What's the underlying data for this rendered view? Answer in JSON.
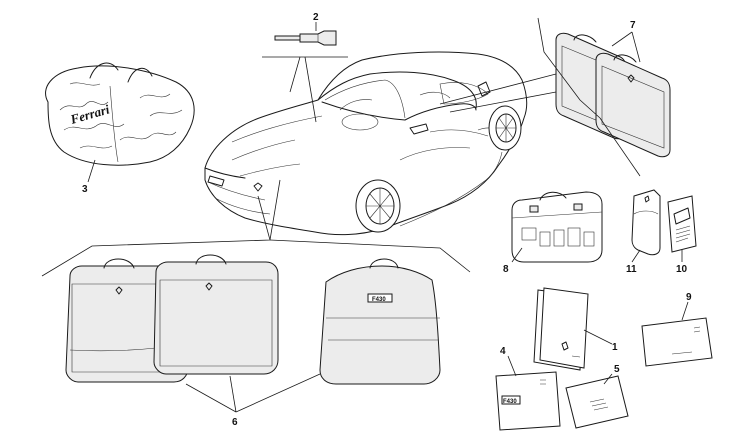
{
  "callouts": {
    "c1": "1",
    "c2": "2",
    "c3": "3",
    "c4": "4",
    "c5": "5",
    "c6": "6",
    "c7": "7",
    "c8": "8",
    "c9": "9",
    "c10": "10",
    "c11": "11"
  },
  "labels": {
    "bag_brand": "Ferrari",
    "garment_bag_badge": "F430",
    "manual_badge": "F430"
  }
}
